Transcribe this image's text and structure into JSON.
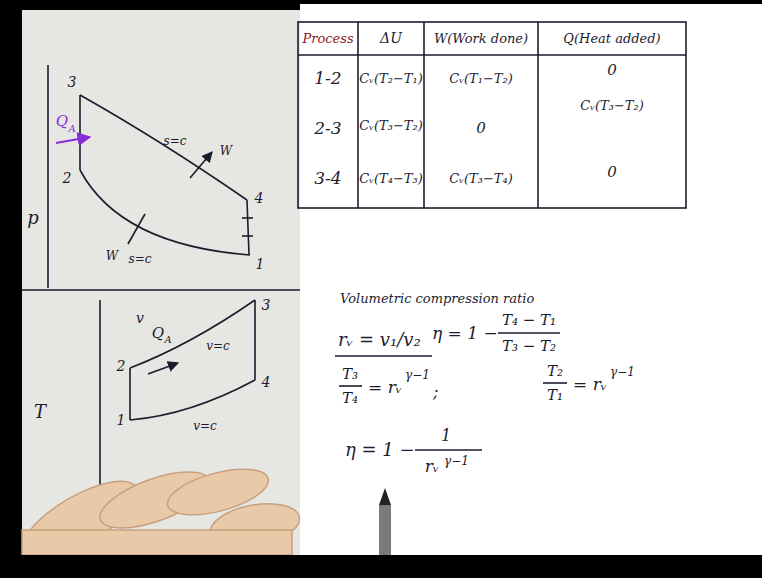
{
  "diagram": {
    "labels": [
      "Process",
      "ΔU",
      "W(Work done)",
      "Q(Heat added)",
      "1-2",
      "Cᵥ(T₂−T₁)",
      "Cᵥ(T₁−T₂)",
      "0",
      "2-3",
      "Cᵥ(T₃−T₂)",
      "0",
      "Cᵥ(T₃−T₂)",
      "3-4",
      "Cᵥ(T₄−T₃)",
      "Cᵥ(T₃−T₄)",
      "0",
      "Volumetric compression ratio",
      "rᵥ = v₁/v₂",
      "η = 1 −",
      "T₄ − T₁",
      "T₃ − T₂",
      "T₃",
      "T₄",
      "= rᵥ",
      "γ−1",
      ";",
      "T₂",
      "T₁",
      "= rᵥ",
      "γ−1",
      "η = 1 −",
      "1",
      "rᵥ",
      "γ−1",
      "3",
      "2",
      "4",
      "1",
      "Q",
      "A",
      "s=c",
      "W",
      "W",
      "s=c",
      "p",
      "T",
      "2",
      "3",
      "4",
      "1",
      "v",
      "Q",
      "A",
      "v=c",
      "v=c"
    ]
  }
}
